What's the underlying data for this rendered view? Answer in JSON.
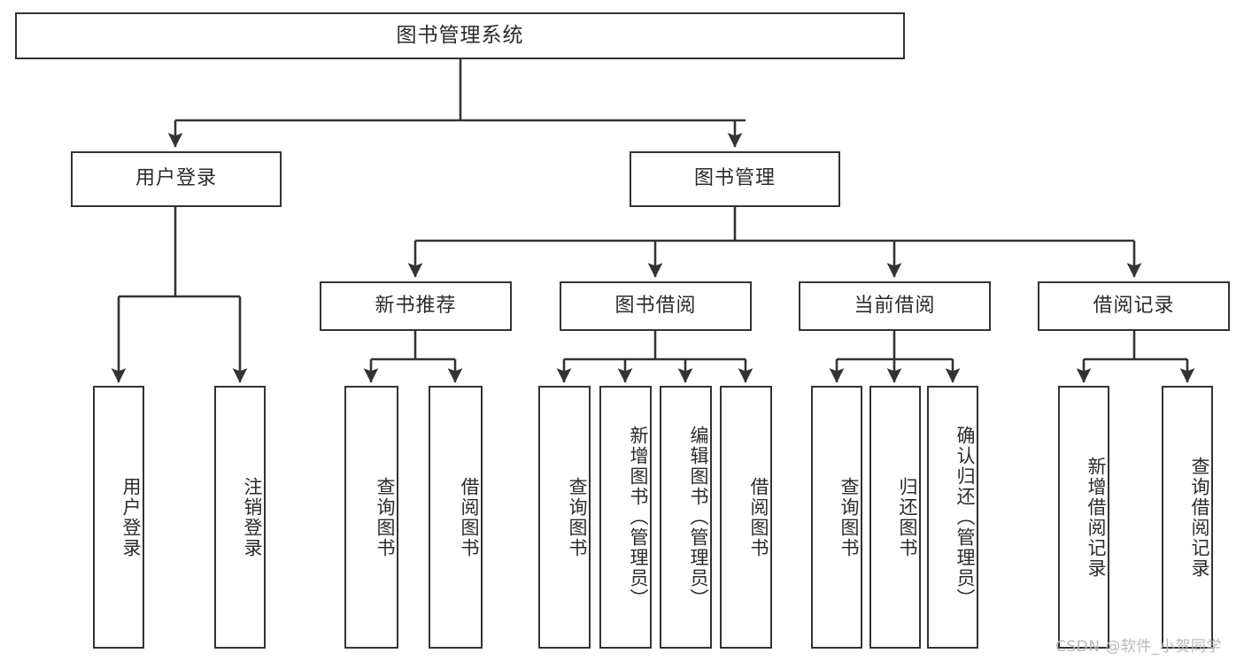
{
  "diagram": {
    "type": "tree-hierarchy",
    "title": "图书管理系统",
    "root": {
      "id": "root",
      "label": "图书管理系统"
    },
    "level2": [
      {
        "id": "user-login",
        "label": "用户登录"
      },
      {
        "id": "book-manage",
        "label": "图书管理"
      }
    ],
    "level3": [
      {
        "id": "new-book-recommend",
        "label": "新书推荐",
        "parent": "book-manage"
      },
      {
        "id": "book-borrow",
        "label": "图书借阅",
        "parent": "book-manage"
      },
      {
        "id": "current-borrow",
        "label": "当前借阅",
        "parent": "book-manage"
      },
      {
        "id": "borrow-record",
        "label": "借阅记录",
        "parent": "book-manage"
      }
    ],
    "leaves": [
      {
        "id": "leaf-user-login",
        "label": "用户登录",
        "parent": "user-login"
      },
      {
        "id": "leaf-user-logout",
        "label": "注销登录",
        "parent": "user-login"
      },
      {
        "id": "leaf-query-book-1",
        "label": "查询图书",
        "parent": "new-book-recommend"
      },
      {
        "id": "leaf-borrow-book-1",
        "label": "借阅图书",
        "parent": "new-book-recommend"
      },
      {
        "id": "leaf-query-book-2",
        "label": "查询图书",
        "parent": "book-borrow"
      },
      {
        "id": "leaf-add-book",
        "label": "新增图书（管理员）",
        "parent": "book-borrow"
      },
      {
        "id": "leaf-edit-book",
        "label": "编辑图书（管理员）",
        "parent": "book-borrow"
      },
      {
        "id": "leaf-borrow-book-2",
        "label": "借阅图书",
        "parent": "book-borrow"
      },
      {
        "id": "leaf-query-book-3",
        "label": "查询图书",
        "parent": "current-borrow"
      },
      {
        "id": "leaf-return-book",
        "label": "归还图书",
        "parent": "current-borrow"
      },
      {
        "id": "leaf-confirm-return",
        "label": "确认归还（管理员）",
        "parent": "current-borrow"
      },
      {
        "id": "leaf-add-record",
        "label": "新增借阅记录",
        "parent": "borrow-record"
      },
      {
        "id": "leaf-query-record",
        "label": "查询借阅记录",
        "parent": "borrow-record"
      }
    ],
    "colors": {
      "stroke": "#333333",
      "fill": "#ffffff",
      "text": "#2b2b2b",
      "watermark": "#b9b9b9"
    }
  },
  "watermark": {
    "text": "CSDN @软件_小贺同学"
  }
}
